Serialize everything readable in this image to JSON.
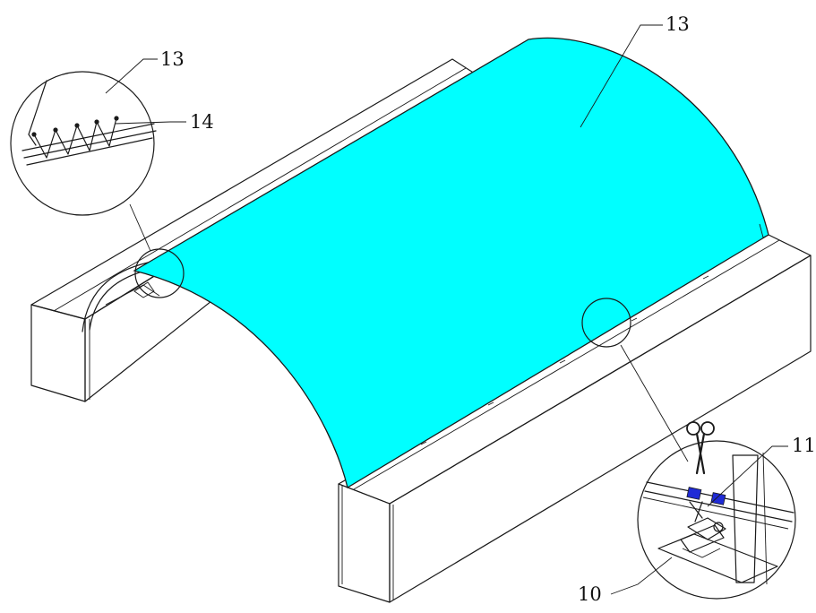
{
  "colors": {
    "cover": "#00ffff",
    "clip": "#1f2bd6",
    "line": "#1a1a1a",
    "background": "#ffffff"
  },
  "labels": {
    "cover_main": "13",
    "cover_detail": "13",
    "wire_detail": "14",
    "clip_detail": "11",
    "base_detail": "10"
  },
  "icons": {
    "cut_symbol": "scissors-icon"
  }
}
